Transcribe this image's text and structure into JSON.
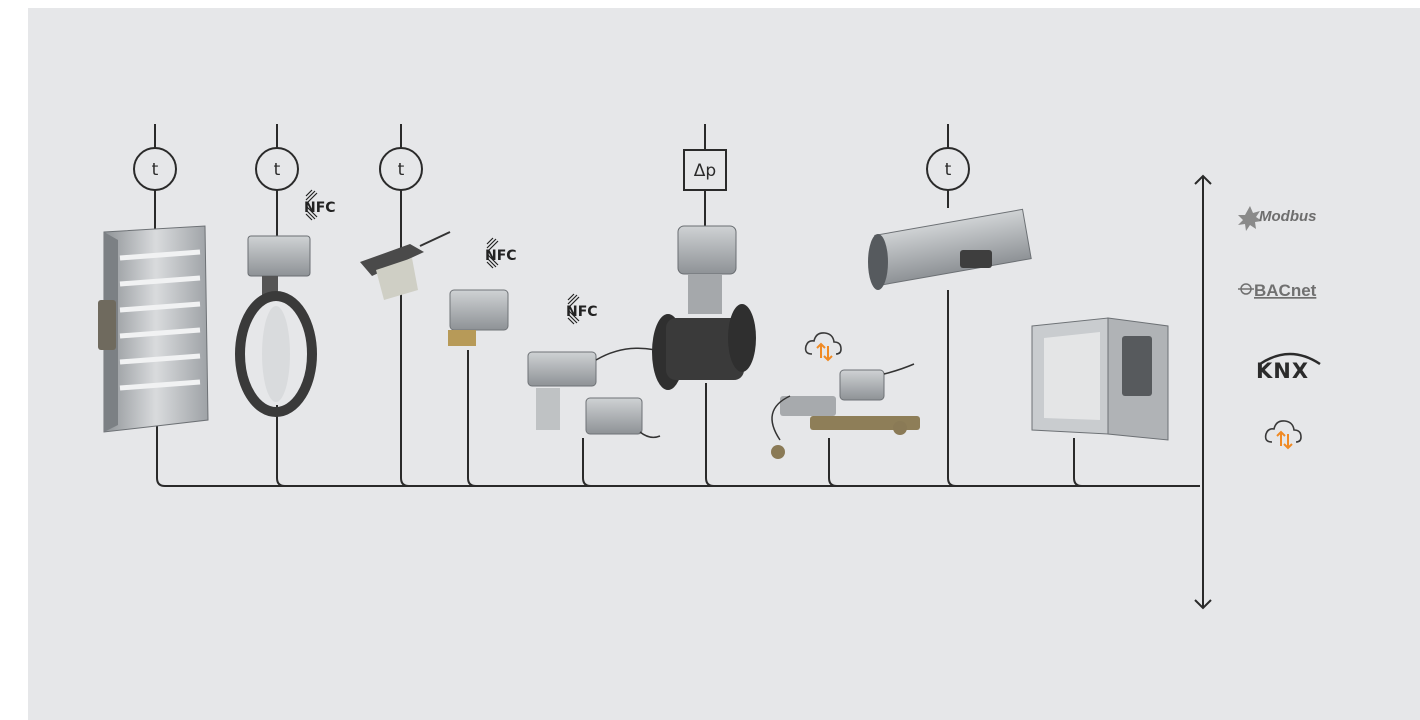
{
  "sensors": {
    "t1": "t",
    "t2": "t",
    "t3": "t",
    "dp": "Δp",
    "t4": "t"
  },
  "nfc_tags": [
    "NFC",
    "NFC",
    "NFC"
  ],
  "protocols": {
    "modbus": "Modbus",
    "bacnet": "BACnet",
    "knx": "KNX"
  },
  "colors": {
    "background": "#e6e7e9",
    "line": "#2a2a2a",
    "cloud_accent": "#f08a24",
    "device_metal": "#b9bcbf",
    "device_dark": "#3a3a3a"
  },
  "icons": [
    "temperature-sensor",
    "pressure-sensor",
    "nfc-icon",
    "cloud-sync-icon",
    "modbus-logo",
    "bacnet-logo",
    "knx-logo",
    "bidirectional-arrow"
  ]
}
